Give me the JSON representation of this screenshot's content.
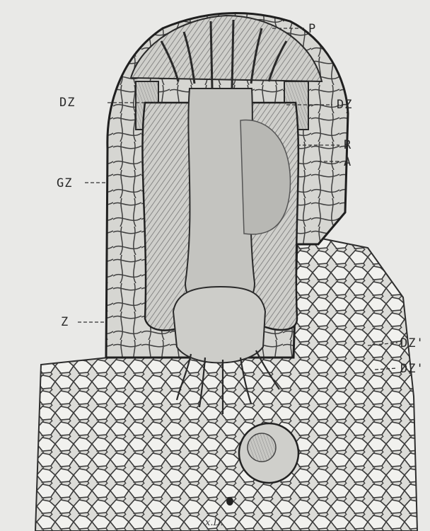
{
  "figure": {
    "labels": {
      "P": "P",
      "DZ_left": "DZ",
      "DZ_right": "DZ",
      "R": "R",
      "A": "A",
      "GZ": "GZ",
      "Z": "Z",
      "DZ_prime_1": "DZ'",
      "DZ_prime_2": "DZ'"
    },
    "signature": "x.D."
  },
  "colors": {
    "paper": "#e9e9e7",
    "ink": "#2a2a2a"
  }
}
